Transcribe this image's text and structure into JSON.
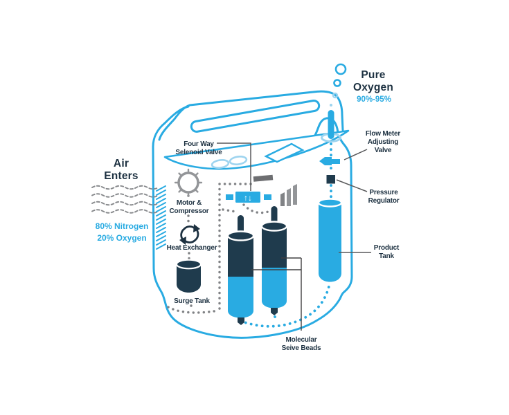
{
  "diagram": {
    "air_in": {
      "line1": "Air",
      "line2": "Enters",
      "composition_line1": "80% Nitrogen",
      "composition_line2": "20% Oxygen"
    },
    "output": {
      "line1": "Pure",
      "line2": "Oxygen",
      "purity": "90%-95%"
    },
    "components": {
      "solenoid_valve": {
        "line1": "Four Way",
        "line2": "Selenoid Valve",
        "arrows": "↑↓"
      },
      "motor": {
        "line1": "Motor &",
        "line2": "Compressor"
      },
      "heat_exchanger": {
        "label": "Heat Exchanger"
      },
      "surge_tank": {
        "label": "Surge Tank"
      },
      "sieve_beds": {
        "line1": "Molecular",
        "line2": "Seive Beads"
      },
      "flow_meter": {
        "line1": "Flow Meter",
        "line2": "Adjusting",
        "line3": "Valve"
      },
      "pressure_regulator": {
        "line1": "Pressure",
        "line2": "Regulator"
      },
      "product_tank": {
        "line1": "Product",
        "line2": "Tank"
      }
    },
    "icons": {
      "motor": "gear-circle-icon",
      "heat_exchanger": "recycle-arrows-icon",
      "surge_tank": "cylinder-icon",
      "air_flow": "wavy-dashed-lines-icon",
      "bubbles": "oxygen-bubbles-icon",
      "valve_arrows": "up-down-arrows-icon"
    },
    "colors": {
      "cyan": "#29abe2",
      "light_cyan": "#9ed4ef",
      "navy": "#1f3b4d",
      "text_navy": "#1d3141",
      "gray": "#939598",
      "dot_gray": "#808285",
      "line_gray": "#58595b"
    }
  }
}
